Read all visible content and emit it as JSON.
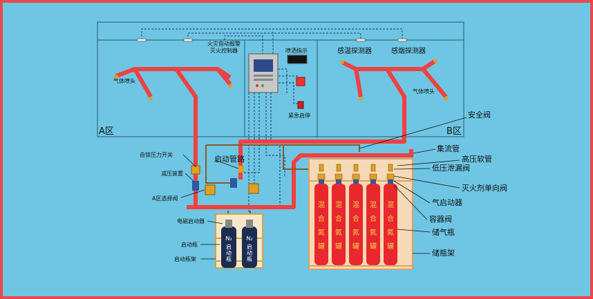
{
  "rooms": {
    "zone_a": "A区",
    "zone_b": "B区"
  },
  "controller": {
    "label_line1": "火灾自动报警",
    "label_line2": "灭火控制器"
  },
  "indicators": {
    "spray_indicator": "喷洒指示",
    "emergency_stop": "紧急启停"
  },
  "detectors": {
    "temp_detector": "感温探测器",
    "smoke_detector": "感烟探测器"
  },
  "nozzles": {
    "left_label": "气体喷头",
    "right_label": "气体喷头"
  },
  "left_labels": {
    "self_lock_switch": "自锁压力开关",
    "pressure_reducer": "减压装置",
    "zone_a_selector": "A区选择阀",
    "solenoid_starter": "电磁启动器",
    "start_cylinder": "启动瓶",
    "start_cylinder_rack": "启动瓶架",
    "start_pipeline": "启动管路"
  },
  "right_labels": {
    "safety_valve": "安全阀",
    "manifold": "集流管",
    "high_pressure_hose": "高压软管",
    "low_pressure_leak_valve": "低压泄漏阀",
    "agent_check_valve": "灭火剂单向阀",
    "gas_starter": "气启动器",
    "container_valve": "容器阀",
    "storage_cylinder": "储气瓶",
    "storage_rack": "储瓶架"
  },
  "cylinder_text": {
    "n2_top": "N₂",
    "n2_bottom": "启动瓶",
    "agent_chars": [
      "混",
      "合",
      "氮",
      "罐"
    ]
  },
  "colors": {
    "background": "#6ec6e4",
    "frame": "#e84a4a",
    "pipe_red": "#f04040",
    "rack": "#f6d9b6",
    "rack_border": "#e0a060"
  }
}
